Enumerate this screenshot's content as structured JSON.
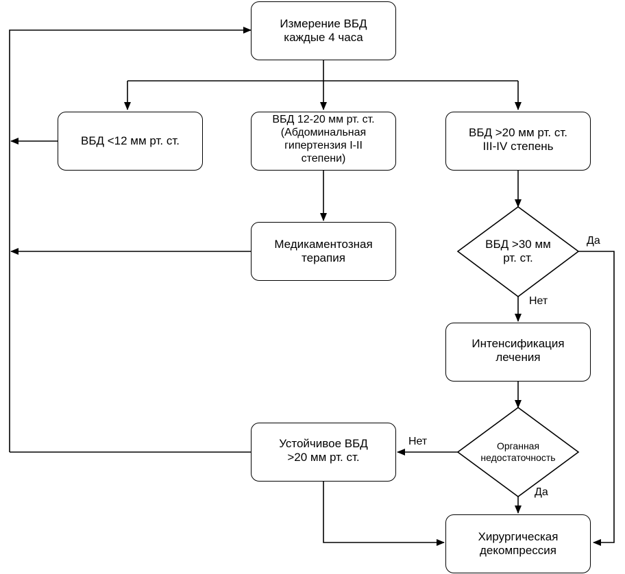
{
  "nodes": {
    "start": [
      "Измерение ВБД",
      "каждые 4 часа"
    ],
    "low": [
      "ВБД <12 мм рт. ст."
    ],
    "mid": [
      "ВБД 12-20 мм рт. ст.",
      "(Абдоминальная",
      "гипертензия I-II",
      "степени)"
    ],
    "high": [
      "ВБД >20 мм рт. ст.",
      "III-IV степень"
    ],
    "medication": [
      "Медикаментозная",
      "терапия"
    ],
    "check30": [
      "ВБД >30 мм",
      "рт. ст."
    ],
    "intensify": [
      "Интенсификация",
      "лечения"
    ],
    "organ": [
      "Органная",
      "недостаточность"
    ],
    "persistent": [
      "Устойчивое ВБД",
      ">20 мм рт. ст."
    ],
    "surgery": [
      "Хирургическая",
      "декомпрессия"
    ]
  },
  "labels": {
    "check30_yes": "Да",
    "check30_no": "Нет",
    "organ_no": "Нет",
    "organ_yes": "Да"
  },
  "colors": {
    "stroke": "#000000",
    "fill": "#ffffff"
  }
}
